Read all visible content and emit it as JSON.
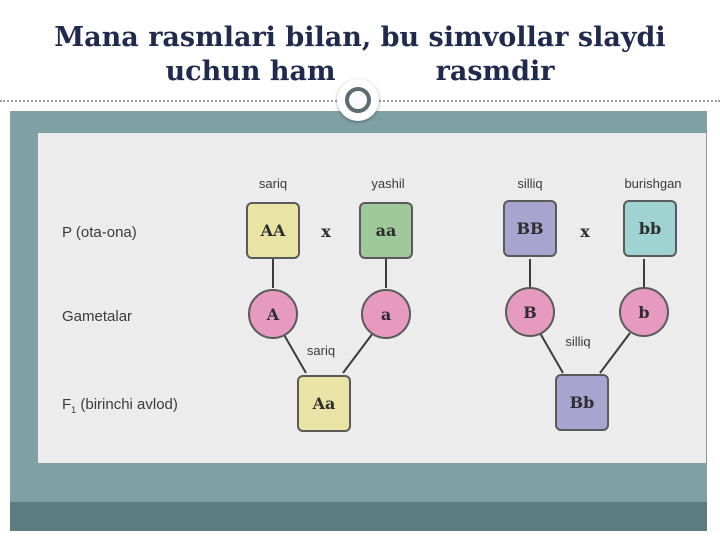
{
  "title": {
    "line1": "Mana rasmlari bilan, bu simvollar slaydi",
    "line2_part1": "uchun ham",
    "line2_part2": "rasmdir"
  },
  "diagram": {
    "row_labels": {
      "parents": "P (ota-ona)",
      "gametes": "Gametalar",
      "f1_letter": "F",
      "f1_sub": "1",
      "f1_rest": " (birinchi avlod)"
    },
    "left_cross": {
      "parent1_trait": "sariq",
      "parent1": "AA",
      "cross_symbol": "x",
      "parent2_trait": "yashil",
      "parent2": "aa",
      "gamete1": "A",
      "gamete2": "a",
      "offspring_trait": "sariq",
      "offspring": "Aa"
    },
    "right_cross": {
      "parent1_trait": "silliq",
      "parent1": "BB",
      "cross_symbol": "x",
      "parent2_trait": "burishgan",
      "parent2": "bb",
      "gamete1": "B",
      "gamete2": "b",
      "offspring_trait": "silliq",
      "offspring": "Bb"
    },
    "colors": {
      "yellow_box": "#e9e4a6",
      "green_box": "#9fc89b",
      "purple_box": "#a9a3d0",
      "teal_box": "#9fd3d2",
      "gamete_pink": "#e79ac0",
      "border": "#5a5a5a"
    }
  }
}
